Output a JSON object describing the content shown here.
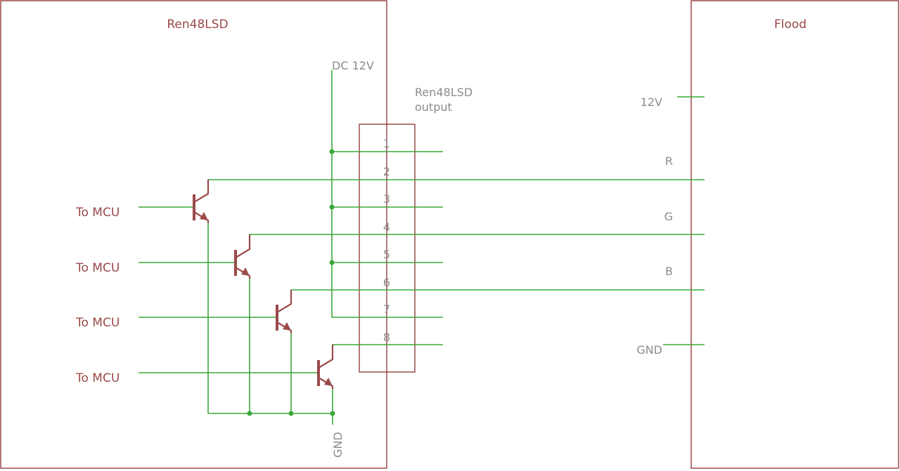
{
  "left_block": {
    "name": "Ren48LSD"
  },
  "right_block": {
    "name": "Flood"
  },
  "supply_label": "DC 12V",
  "ground_label": "GND",
  "connector": {
    "label_line1": "Ren48LSD",
    "label_line2": "output",
    "pins": [
      "1",
      "2",
      "3",
      "4",
      "5",
      "6",
      "7",
      "8"
    ]
  },
  "mcu_inputs": [
    "To MCU",
    "To MCU",
    "To MCU",
    "To MCU"
  ],
  "flood_pins": [
    "12V",
    "R",
    "G",
    "B",
    "GND"
  ]
}
